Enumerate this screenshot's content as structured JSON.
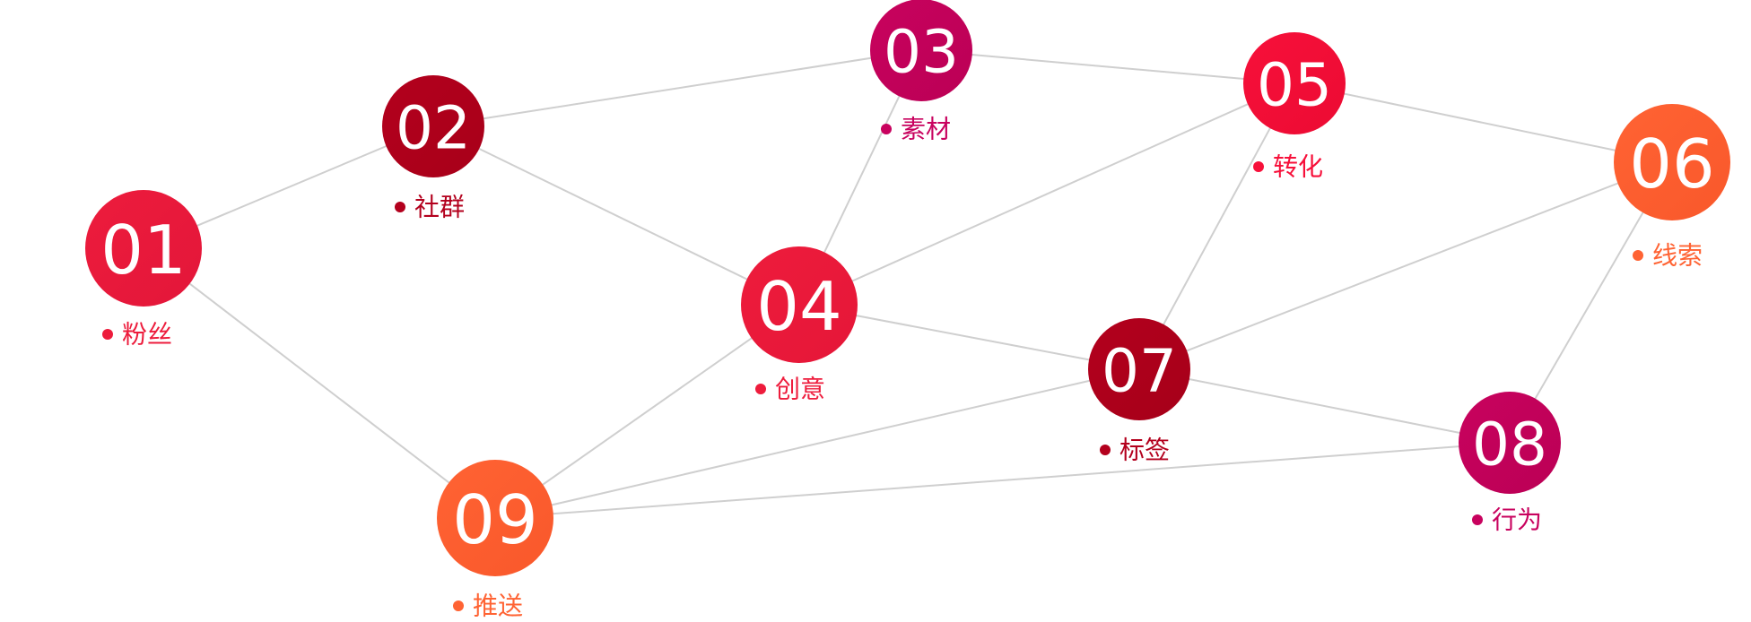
{
  "nodes": [
    {
      "id": "01",
      "label": "粉丝",
      "color": "#ed1c3c",
      "color_dark": "#e3163a"
    },
    {
      "id": "02",
      "label": "社群",
      "color": "#b3001d",
      "color_dark": "#a80019"
    },
    {
      "id": "03",
      "label": "素材",
      "color": "#c8025e",
      "color_dark": "#bb0055"
    },
    {
      "id": "04",
      "label": "创意",
      "color": "#ee1c3c",
      "color_dark": "#e51638"
    },
    {
      "id": "05",
      "label": "转化",
      "color": "#f7103a",
      "color_dark": "#ec0b33"
    },
    {
      "id": "06",
      "label": "线索",
      "color": "#ff6333",
      "color_dark": "#f9582b"
    },
    {
      "id": "07",
      "label": "标签",
      "color": "#b3001d",
      "color_dark": "#a60019"
    },
    {
      "id": "08",
      "label": "行为",
      "color": "#c8025e",
      "color_dark": "#bb0055"
    },
    {
      "id": "09",
      "label": "推送",
      "color": "#ff6333",
      "color_dark": "#f9582b"
    }
  ],
  "edges": [
    [
      "01",
      "02"
    ],
    [
      "01",
      "09"
    ],
    [
      "02",
      "03"
    ],
    [
      "02",
      "04"
    ],
    [
      "03",
      "05"
    ],
    [
      "03",
      "04"
    ],
    [
      "05",
      "06"
    ],
    [
      "05",
      "04"
    ],
    [
      "05",
      "07"
    ],
    [
      "06",
      "07"
    ],
    [
      "06",
      "08"
    ],
    [
      "04",
      "07"
    ],
    [
      "04",
      "09"
    ],
    [
      "07",
      "08"
    ],
    [
      "07",
      "09"
    ],
    [
      "08",
      "09"
    ]
  ],
  "edge_color": "#cfcfcf"
}
